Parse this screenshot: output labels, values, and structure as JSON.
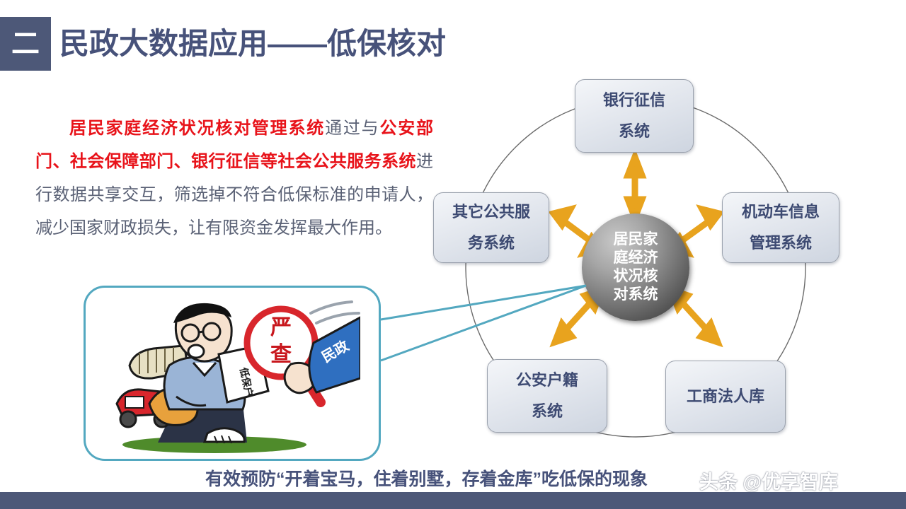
{
  "header": {
    "badge": "二",
    "title": "民政大数据应用——低保核对",
    "badge_color": "#4d5878",
    "title_color": "#47527a"
  },
  "body": {
    "highlight_color": "#e8131a",
    "text_color": "#5a6175",
    "segments": [
      {
        "text": "居民家庭经济状况核对管理系统",
        "highlight": true
      },
      {
        "text": "通过与",
        "highlight": false
      },
      {
        "text": "公安部门、社会保障部门、银行征信等社会公共服务系统",
        "highlight": true
      },
      {
        "text": "进行数据共享交互，筛选掉不符合低保标准的申请人，减少国家财政损失，让有限资金发挥最大作用。",
        "highlight": false
      }
    ],
    "full_text": "居民家庭经济状况核对管理系统通过与公安部门、社会保障部门、银行征信等社会公共服务系统进行数据共享交互，筛选掉不符合低保标准的申请人，减少国家财政损失，让有限资金发挥最大作用。"
  },
  "illustration": {
    "frame_color": "#53a8c0",
    "magnifier_label": "严查",
    "document_label": "低保户",
    "sleeve_label": "民政",
    "alt": "卡通：民政部门手持严查放大镜检查持低保户证明的人"
  },
  "diagram": {
    "center": {
      "lines": [
        "居民家",
        "庭经济",
        "状况核",
        "对系统"
      ],
      "text": "居民家庭经济状况核对系统"
    },
    "arrow_color": "#e8a31e",
    "node_text_color": "#3d4a72",
    "nodes": [
      {
        "id": "bank",
        "lines": [
          "银行征信",
          "系统"
        ],
        "text": "银行征信系统"
      },
      {
        "id": "other",
        "lines": [
          "其它公共服",
          "务系统"
        ],
        "text": "其它公共服务系统"
      },
      {
        "id": "vehicle",
        "lines": [
          "机动车信息",
          "管理系统"
        ],
        "text": "机动车信息管理系统"
      },
      {
        "id": "police",
        "lines": [
          "公安户籍",
          "系统"
        ],
        "text": "公安户籍系统"
      },
      {
        "id": "biz",
        "lines": [
          "工商法人库",
          ""
        ],
        "text": "工商法人库"
      }
    ]
  },
  "caption": {
    "text": "有效预防“开着宝马，住着别墅，存着金库”吃低保的现象"
  },
  "watermark": {
    "text": "头条 @优享智库"
  },
  "bottom_bar": {
    "color": "#4d5878"
  }
}
